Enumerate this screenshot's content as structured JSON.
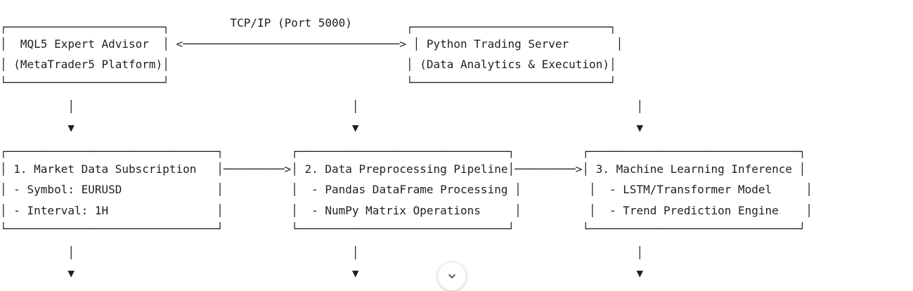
{
  "diagram": {
    "lines": [
      "                                  TCP/IP (Port 5000)",
      "┌───────────────────────┐                                   ┌─────────────────────────────┐",
      "│  MQL5 Expert Advisor  │ <────────────────────────────────> │ Python Trading Server       │",
      "│ (MetaTrader5 Platform)│                                   │ (Data Analytics & Execution)│",
      "└───────────────────────┘                                   └─────────────────────────────┘",
      "",
      "          │                                         │                                         │",
      "          ▼                                         ▼                                         ▼",
      "",
      "┌───────────────────────────────┐          ┌───────────────────────────────┐          ┌───────────────────────────────┐",
      "│ 1. Market Data Subscription   │─────────>│ 2. Data Preprocessing Pipeline│─────────>│ 3. Machine Learning Inference │",
      "│ - Symbol: EURUSD              │          │  - Pandas DataFrame Processing │          │  - LSTM/Transformer Model     │",
      "│ - Interval: 1H                │          │  - NumPy Matrix Operations     │          │  - Trend Prediction Engine    │",
      "└───────────────────────────────┘          └───────────────────────────────┘          └───────────────────────────────┘",
      "",
      "          │                                         │                                         │",
      "          ▼                                         ▼                                         ▼"
    ]
  },
  "scroll_button": {
    "icon": "chevron-down-icon"
  }
}
